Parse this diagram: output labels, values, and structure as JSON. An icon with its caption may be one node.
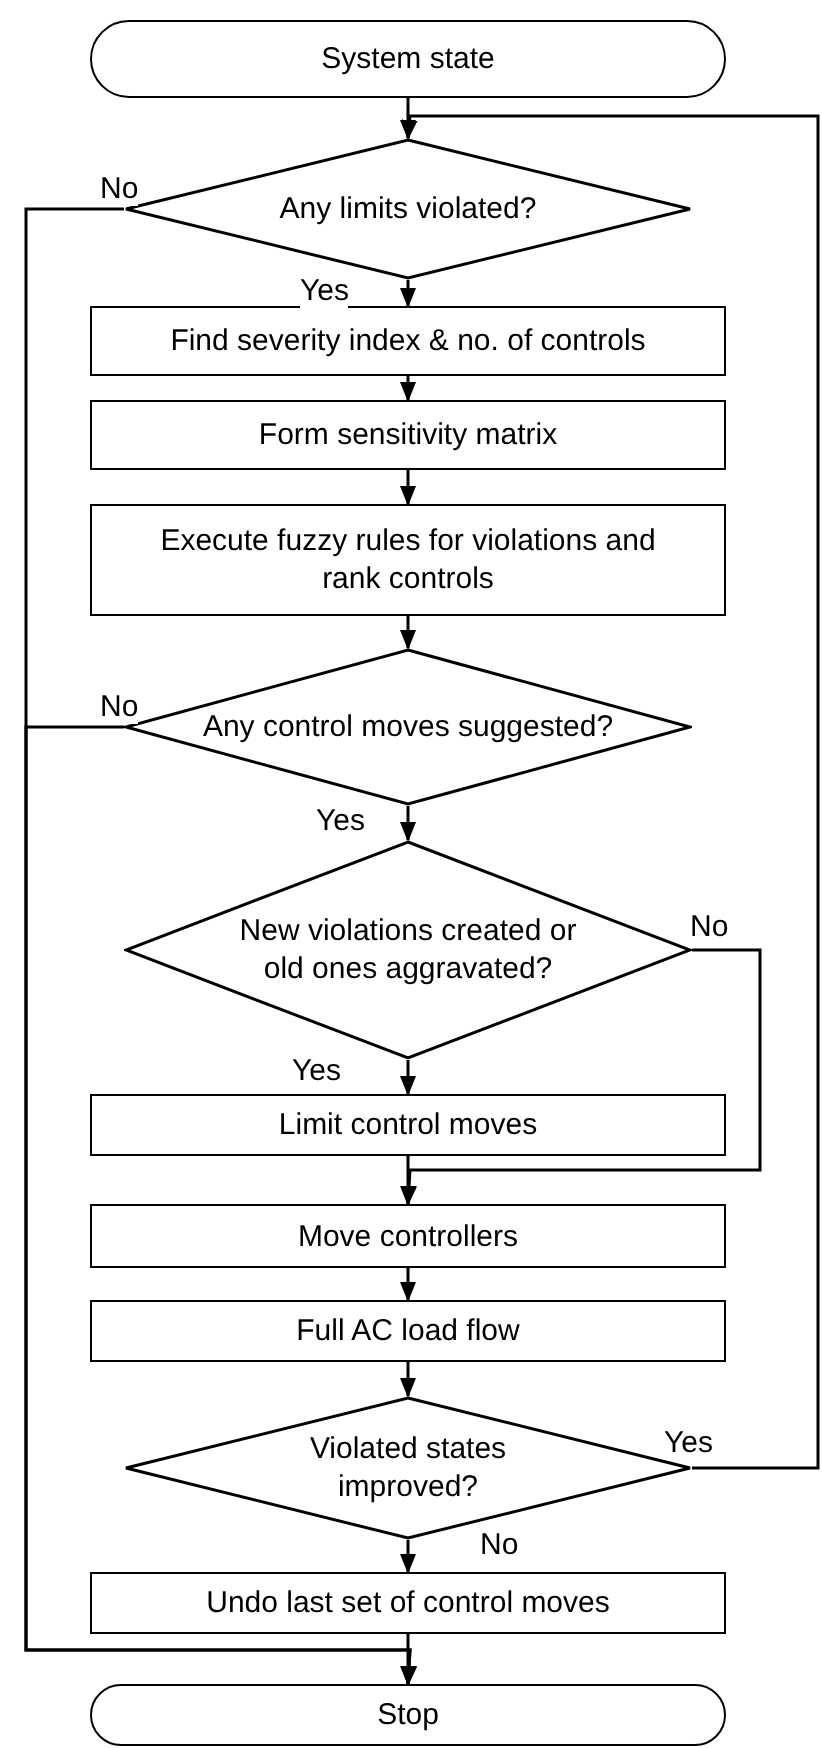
{
  "diagram": {
    "nodes": [
      {
        "text": [
          "System state"
        ]
      },
      {
        "text": [
          "Any limits violated?"
        ]
      },
      {
        "text": [
          "Find severity index & no. of controls"
        ]
      },
      {
        "text": [
          "Form sensitivity matrix"
        ]
      },
      {
        "text": [
          "Execute fuzzy rules for violations and rank controls"
        ]
      },
      {
        "text": [
          "Any control moves suggested?"
        ]
      },
      {
        "text": [
          "New violations created or old ones aggravated?"
        ]
      },
      {
        "text": [
          "Limit control moves"
        ]
      },
      {
        "text": [
          "Move controllers"
        ]
      },
      {
        "text": [
          "Full AC load flow"
        ]
      },
      {
        "text": [
          "Violated states improved?"
        ]
      },
      {
        "text": [
          "Undo last set of control moves"
        ]
      },
      {
        "text": [
          "Stop"
        ]
      }
    ],
    "edges": [
      {
        "from": 0,
        "to": 1,
        "arrow": "to"
      },
      {
        "from": 1,
        "to": 2,
        "arrow": "to",
        "label": "Yes"
      },
      {
        "from": 2,
        "to": 3,
        "arrow": "to"
      },
      {
        "from": 3,
        "to": 4,
        "arrow": "to"
      },
      {
        "from": 4,
        "to": 5,
        "arrow": "to"
      },
      {
        "from": 5,
        "to": 6,
        "arrow": "to",
        "label": "Yes"
      },
      {
        "from": 6,
        "to": 7,
        "arrow": "to",
        "label": "Yes"
      },
      {
        "from": 7,
        "to": 8,
        "arrow": "to"
      },
      {
        "from": 6,
        "to": 8,
        "arrow": "to",
        "label": "No"
      },
      {
        "from": 8,
        "to": 9,
        "arrow": "to"
      },
      {
        "from": 9,
        "to": 10,
        "arrow": "to"
      },
      {
        "from": 10,
        "to": 11,
        "arrow": "to",
        "label": "No"
      },
      {
        "from": 11,
        "to": 12,
        "arrow": "to"
      },
      {
        "from": 10,
        "to": 1,
        "arrow": "to",
        "label": "Yes"
      },
      {
        "from": 1,
        "to": 12,
        "arrow": "to",
        "label": "No"
      },
      {
        "from": 5,
        "to": 12,
        "arrow": "to",
        "label": "No"
      }
    ]
  }
}
